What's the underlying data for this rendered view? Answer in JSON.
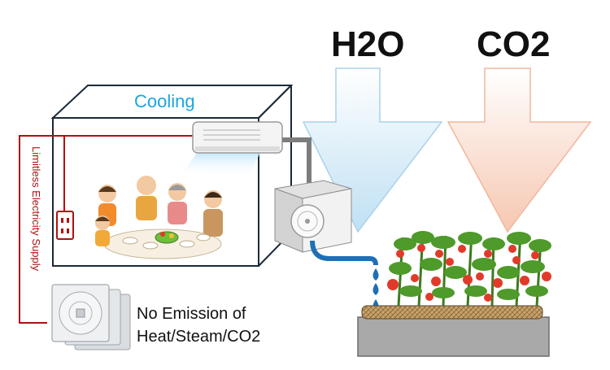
{
  "labels": {
    "h2o": "H2O",
    "co2": "CO2",
    "cooling": "Cooling",
    "supply": "Limitless Electricity Supply",
    "no_emission": "No Emission of Heat/Steam/CO2"
  },
  "colors": {
    "h2o_arrow": "#cfe8f6",
    "co2_arrow": "#f7d3c3",
    "cooling_text": "#19a7e0",
    "supply_line": "#b01010",
    "water": "#1f6fb5"
  },
  "icons": [
    "air-conditioner-icon",
    "outdoor-unit-icon",
    "power-outlet-icon",
    "family-dinner-illustration",
    "fan-module-icon",
    "water-drop-icon",
    "tomato-plants-illustration"
  ]
}
